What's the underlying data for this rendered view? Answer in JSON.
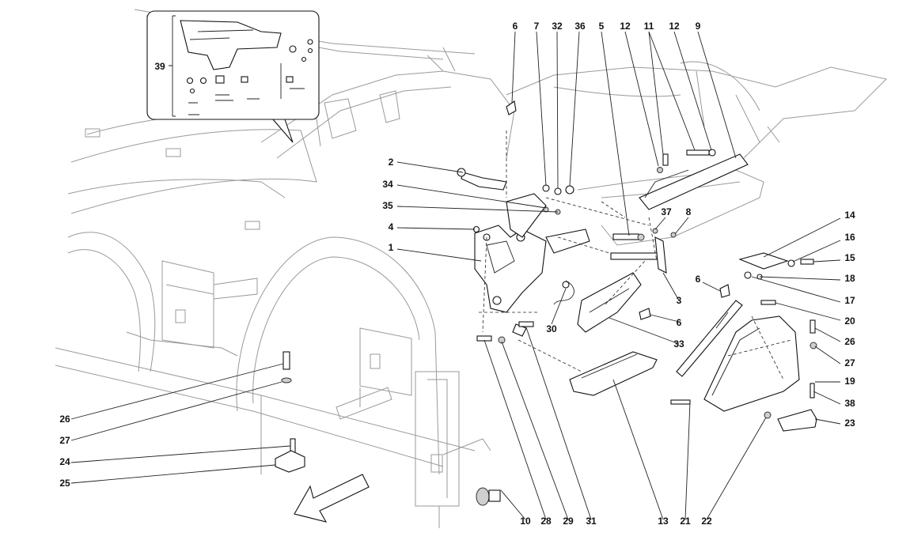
{
  "diagram": {
    "callouts": [
      "6",
      "7",
      "32",
      "36",
      "5",
      "12",
      "11",
      "12",
      "9",
      "2",
      "34",
      "35",
      "4",
      "1",
      "37",
      "8",
      "14",
      "16",
      "15",
      "18",
      "17",
      "6",
      "20",
      "26",
      "27",
      "19",
      "38",
      "23",
      "3",
      "30",
      "6",
      "33",
      "26",
      "27",
      "24",
      "25",
      "10",
      "28",
      "29",
      "31",
      "13",
      "21",
      "22"
    ],
    "inset_label": "39",
    "colors": {
      "line": "#222222",
      "outline": "#9a9a9a",
      "part_fill": "#ffffff",
      "shade": "#cfcfcf"
    }
  }
}
